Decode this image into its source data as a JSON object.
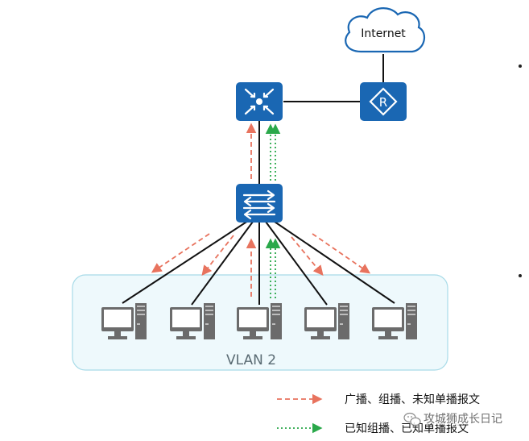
{
  "nodes": {
    "internet": {
      "label": "Internet",
      "icon": "cloud-icon"
    },
    "core_switch": {
      "icon": "layer3-switch-icon"
    },
    "router": {
      "icon": "router-icon",
      "glyph": "R"
    },
    "access_switch": {
      "icon": "layer2-switch-icon"
    },
    "hosts": [
      {
        "icon": "pc-icon"
      },
      {
        "icon": "pc-icon"
      },
      {
        "icon": "pc-icon"
      },
      {
        "icon": "pc-icon"
      },
      {
        "icon": "pc-icon"
      }
    ]
  },
  "vlan": {
    "label": "VLAN 2",
    "fill": "#eef9fc",
    "border": "#a8dbe8"
  },
  "legend": [
    {
      "label": "广播、组播、未知单播报文",
      "style": "dashed",
      "color": "#e8735e"
    },
    {
      "label": "已知组播、已知单播报文",
      "style": "dotted",
      "color": "#2aa84a"
    }
  ],
  "watermark": {
    "text": "攻城狮成长日记",
    "icon": "wechat-icon"
  },
  "colors": {
    "device": "#1a67b3",
    "link": "#111111"
  }
}
